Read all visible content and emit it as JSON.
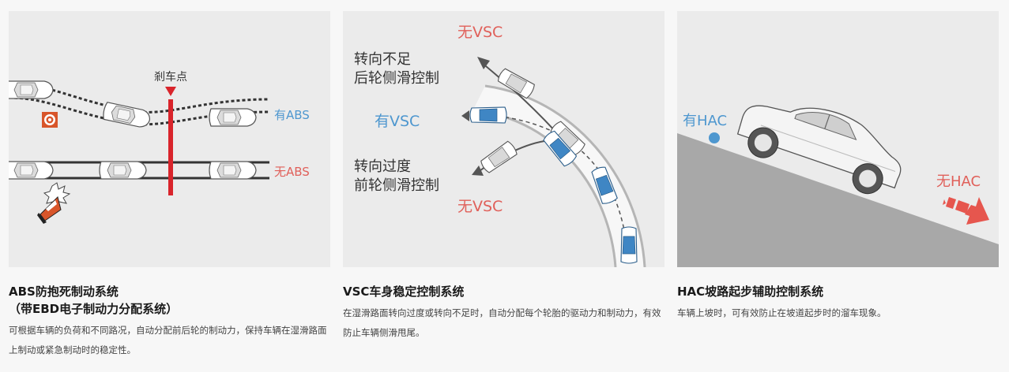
{
  "cards": [
    {
      "title": "ABS防抱死制动系统\n（带EBD电子制动力分配系统）",
      "description": "可根据车辆的负荷和不同路况，自动分配前后轮的制动力，保持车辆在湿滑路面上制动或紧急制动时的稳定性。",
      "labels": {
        "brake_point": "剎车点",
        "with": "有ABS",
        "without": "无ABS"
      }
    },
    {
      "title": "VSC车身稳定控制系统",
      "description": "在湿滑路面转向过度或转向不足时，自动分配每个轮胎的驱动力和制动力，有效防止车辆侧滑甩尾。",
      "labels": {
        "without_top": "无VSC",
        "understeer_1": "转向不足",
        "understeer_2": "后轮侧滑控制",
        "with": "有VSC",
        "oversteer_1": "转向过度",
        "oversteer_2": "前轮侧滑控制",
        "without_bottom": "无VSC"
      }
    },
    {
      "title": "HAC坡路起步辅助控制系统",
      "description": "车辆上坡时，可有效防止在坡道起步时的溜车现象。",
      "labels": {
        "with": "有HAC",
        "without": "无HAC"
      }
    }
  ],
  "colors": {
    "red": "#d9242b",
    "blue": "#4e97cf",
    "label_red": "#e0605a",
    "panel": "#ebebeb",
    "slope": "#a8a8a8"
  }
}
